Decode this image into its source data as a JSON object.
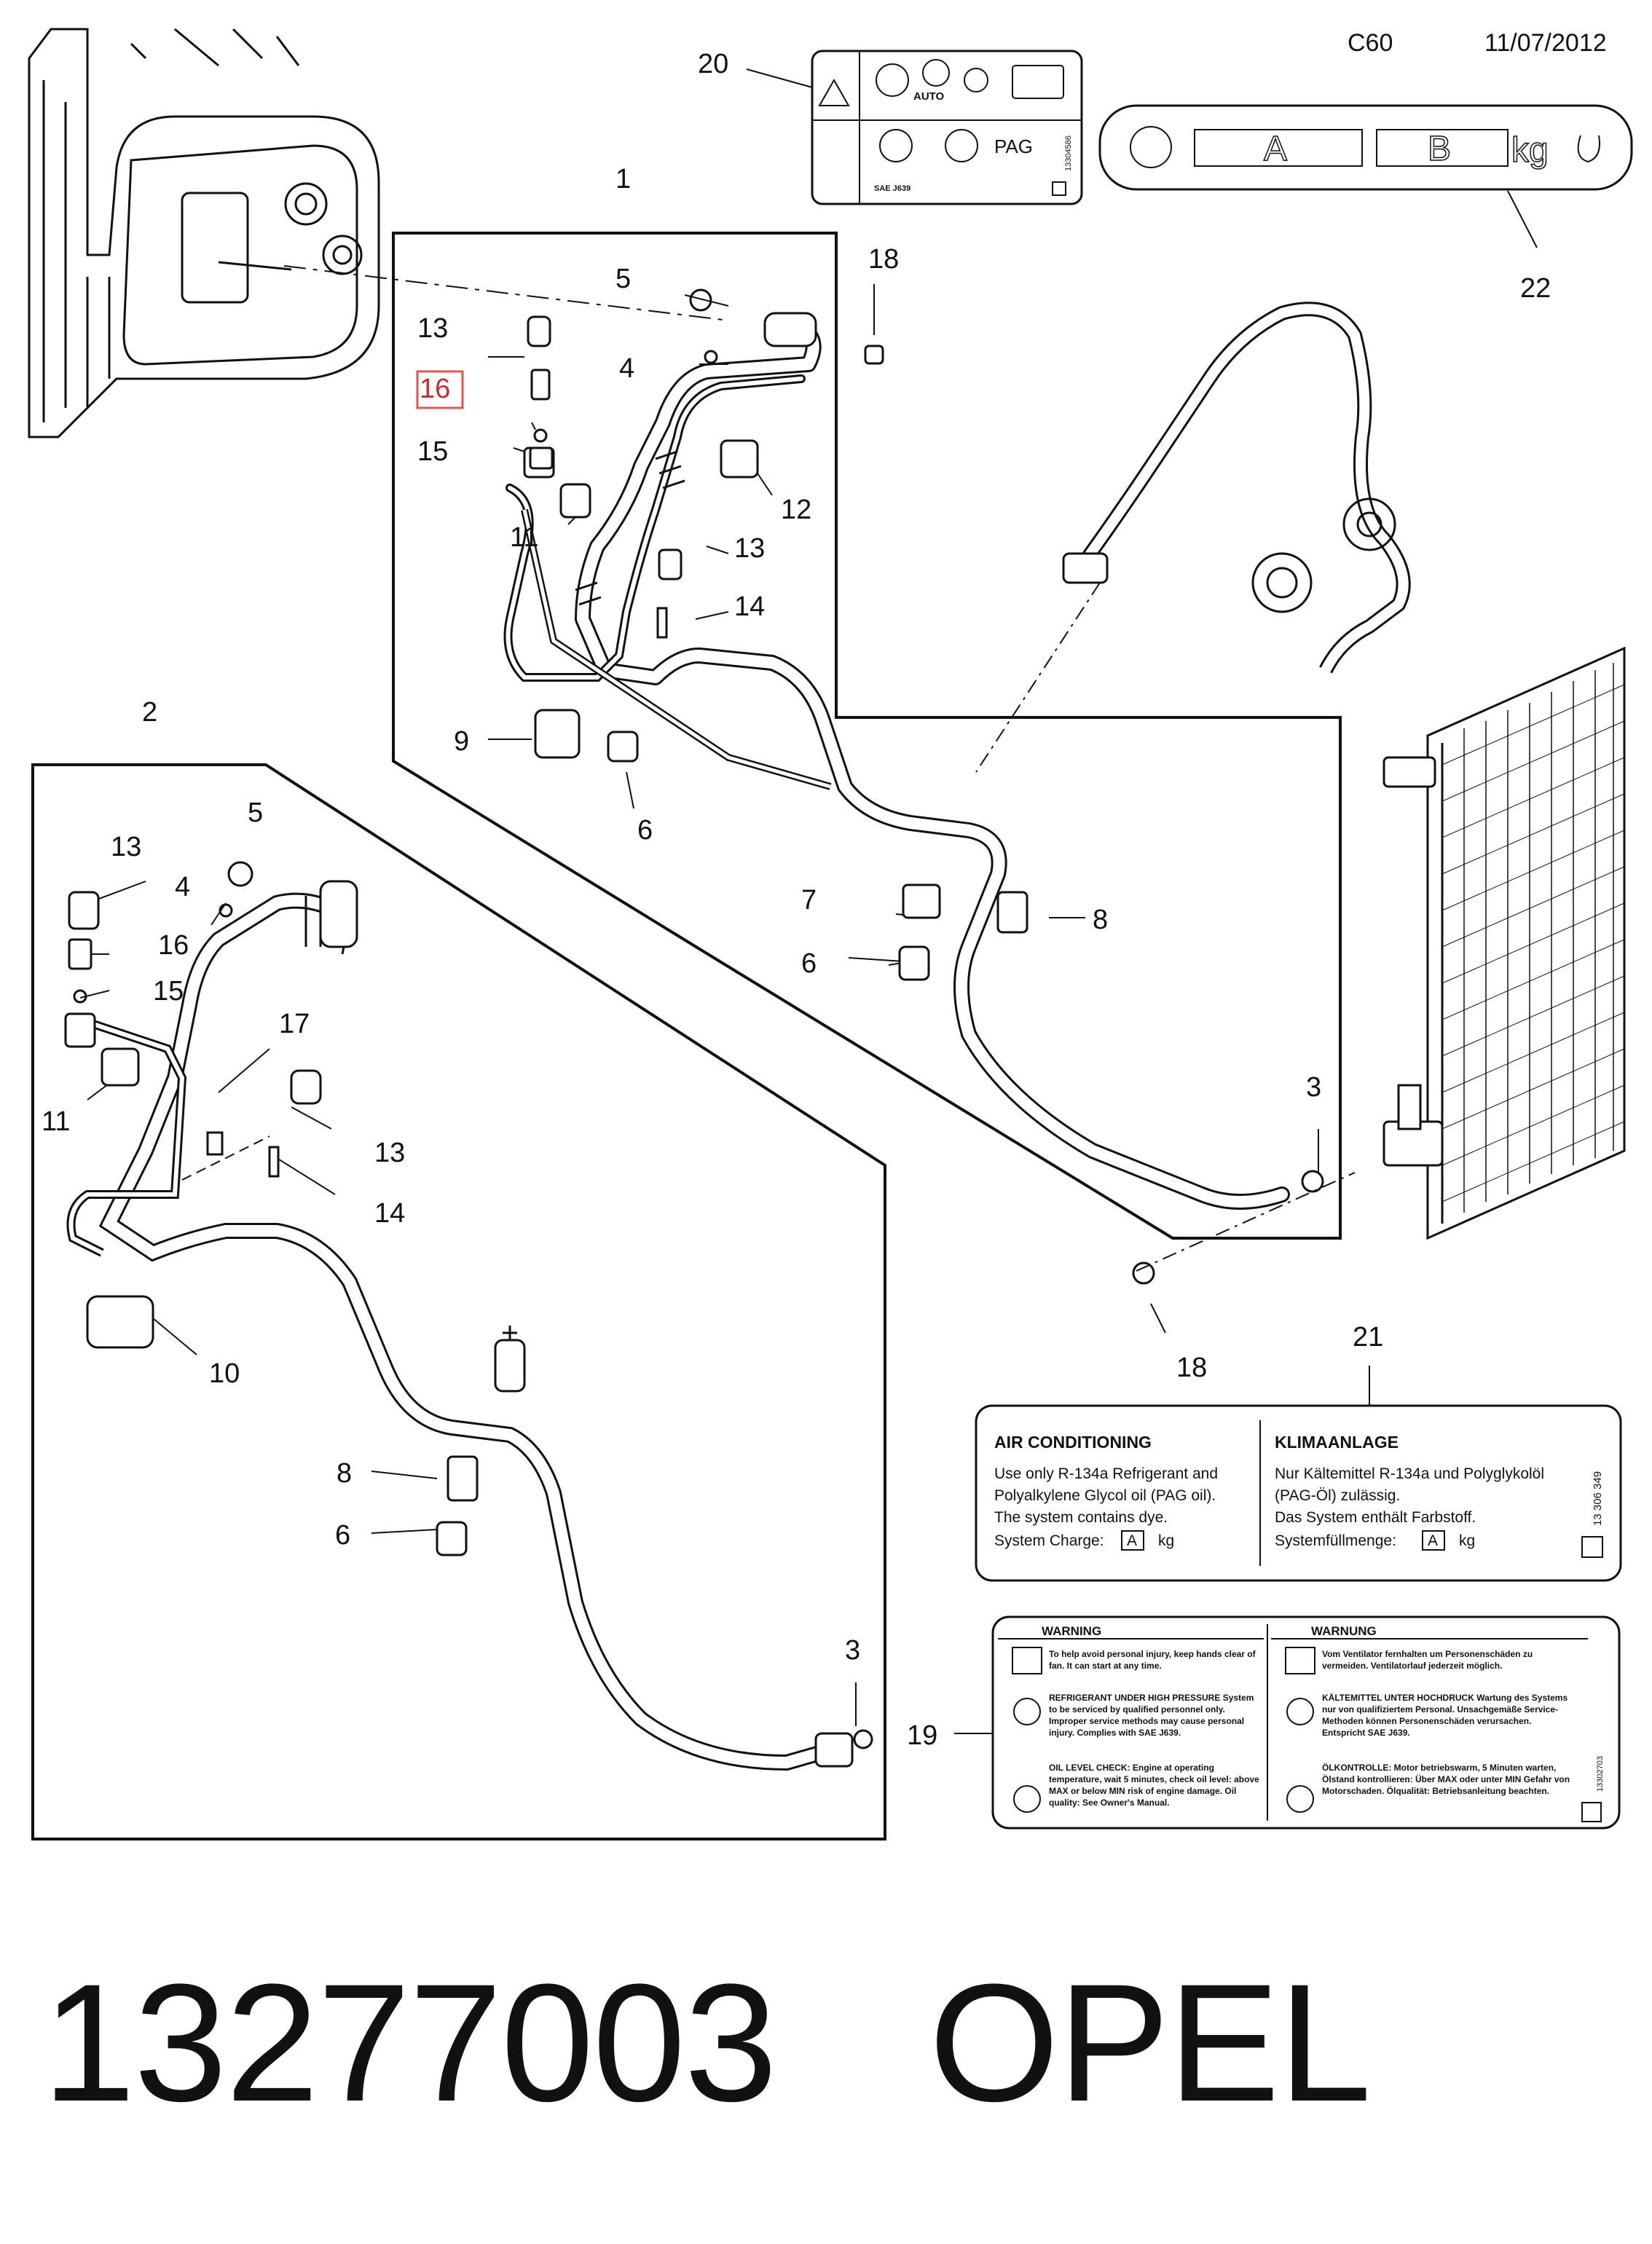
{
  "header": {
    "code": "C60",
    "date": "11/07/2012"
  },
  "footer": {
    "part_number": "13277003",
    "brand": "OPEL"
  },
  "callouts": {
    "c1": "1",
    "c2": "2",
    "c3a": "3",
    "c3b": "3",
    "c4a": "4",
    "c4b": "4",
    "c5a": "5",
    "c5b": "5",
    "c6a": "6",
    "c6b": "6",
    "c6c": "6",
    "c7": "7",
    "c8a": "8",
    "c8b": "8",
    "c9": "9",
    "c10": "10",
    "c11a": "11",
    "c11b": "11",
    "c12": "12",
    "c13a": "13",
    "c13b": "13",
    "c13c": "13",
    "c13d": "13",
    "c14a": "14",
    "c14b": "14",
    "c15a": "15",
    "c15b": "15",
    "c16a": "16",
    "c16b": "16",
    "c17": "17",
    "c18a": "18",
    "c18b": "18",
    "c19": "19",
    "c20": "20",
    "c21": "21",
    "c22": "22"
  },
  "label20": {
    "auto": "AUTO",
    "pag": "PAG",
    "sae": "SAE J639",
    "code": "13304586"
  },
  "label22": {
    "a": "A",
    "b": "B",
    "unit": "kg"
  },
  "label21": {
    "left_title": "AIR CONDITIONING",
    "left_lines": [
      "Use only R-134a Refrigerant and",
      "Polyalkylene Glycol oil (PAG oil).",
      "The system contains dye.",
      "System Charge:"
    ],
    "a": "A",
    "unit": "kg",
    "right_title": "KLIMAANLAGE",
    "right_lines": [
      "Nur Kältemittel R-134a und Polyglykolöl",
      "(PAG-Öl) zulässig.",
      "Das System enthält Farbstoff.",
      "Systemfüllmenge:"
    ],
    "code": "13 306 349"
  },
  "label19": {
    "heading_en": "WARNING",
    "heading_de": "WARNUNG",
    "en": [
      "To help avoid personal injury, keep hands clear of fan. It can start at any time.",
      "REFRIGERANT UNDER HIGH PRESSURE System to be serviced by qualified personnel only. Improper service methods may cause personal injury. Complies with SAE J639.",
      "OIL LEVEL CHECK: Engine at operating temperature, wait 5 minutes, check oil level: above MAX or below MIN risk of engine damage. Oil quality: See Owner's Manual."
    ],
    "de": [
      "Vom Ventilator fernhalten um Personenschäden zu vermeiden. Ventilatorlauf jederzeit möglich.",
      "KÄLTEMITTEL UNTER HOCHDRUCK Wartung des Systems nur von qualifiziertem Personal. Unsachgemäße Service-Methoden können Personenschäden verursachen. Entspricht SAE J639.",
      "ÖLKONTROLLE: Motor betriebswarm, 5 Minuten warten, Ölstand kontrollieren: Über MAX oder unter MIN Gefahr von Motorschaden. Ölqualität: Betriebsanleitung beachten."
    ],
    "code": "13302703"
  },
  "colors": {
    "highlight": "#e05555",
    "line": "#111111",
    "fill": "#ffffff"
  }
}
